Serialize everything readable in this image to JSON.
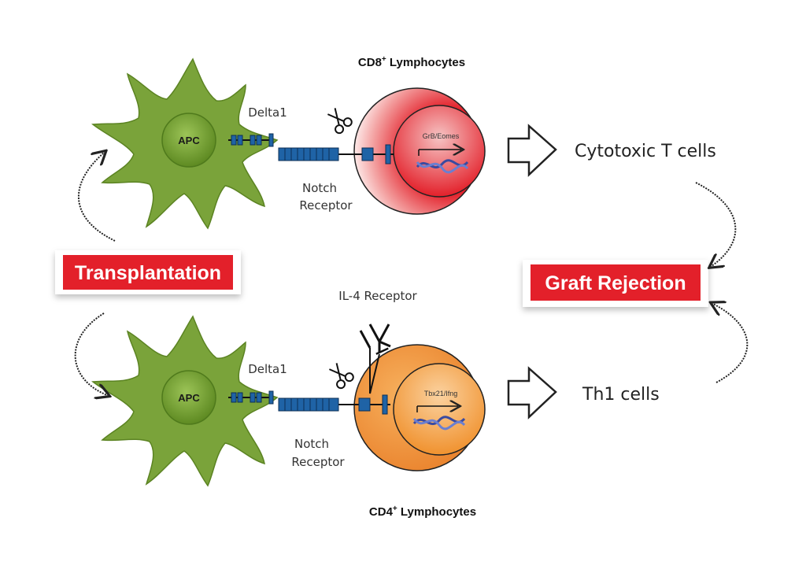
{
  "top": {
    "title_main": "CD8",
    "title_sup": "+",
    "title_rest": " Lymphocytes",
    "ligand": "Delta1",
    "receptor_line1": "Notch",
    "receptor_line2": "Receptor",
    "apc": "APC",
    "gene": "GrB/Eomes",
    "outcome": "Cytotoxic T cells"
  },
  "bottom": {
    "title_main": "CD4",
    "title_sup": "+",
    "title_rest": " Lymphocytes",
    "ligand": "Delta1",
    "receptor_line1": "Notch",
    "receptor_line2": "Receptor",
    "apc": "APC",
    "gene": "Tbx21/Ifng",
    "il4": "IL-4 Receptor",
    "outcome": "Th1 cells"
  },
  "badges": {
    "left": "Transplantation",
    "right": "Graft Rejection"
  },
  "colors": {
    "apc_green": "#7aa33a",
    "cd8_red": "#e3202a",
    "cd4_orange": "#ef8a2c",
    "badge_red": "#e3202a",
    "receptor_blue": "#1f63a6"
  }
}
